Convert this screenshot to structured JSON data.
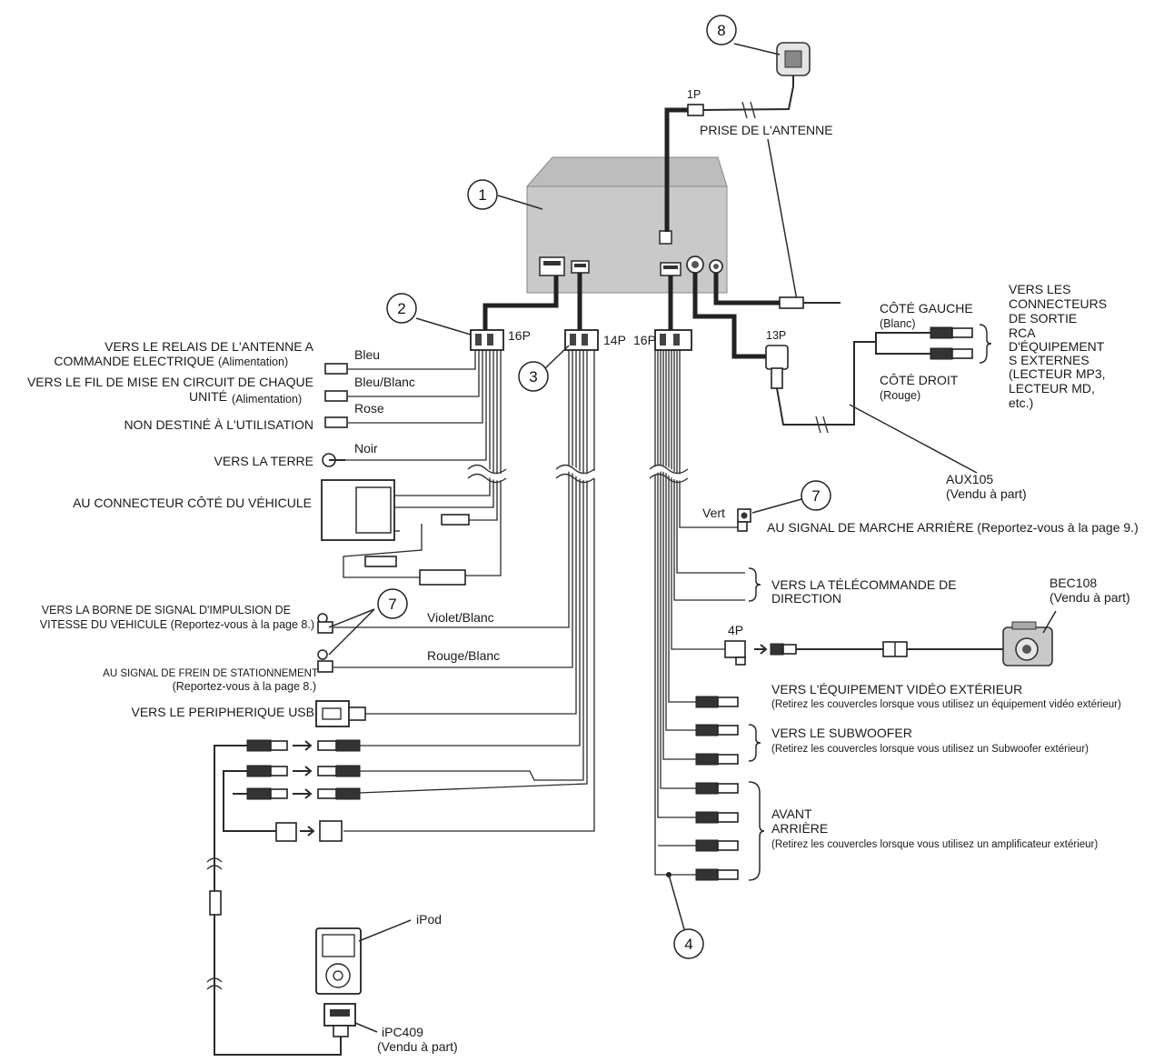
{
  "callouts": [
    "1",
    "2",
    "3",
    "4",
    "7",
    "7",
    "8"
  ],
  "connectors": {
    "p1": "1P",
    "p16a": "16P",
    "p14": "14P",
    "p16b": "16P",
    "p13": "13P",
    "p4": "4P"
  },
  "antenna": {
    "plug_label": "PRISE DE L'ANTENNE"
  },
  "power_harness": {
    "antenna_relay": [
      "VERS LE RELAIS DE L'ANTENNE A",
      "COMMANDE ELECTRIQUE",
      "(Alimentation)"
    ],
    "each_unit": [
      "VERS LE FIL DE MISE EN CIRCUIT DE CHAQUE",
      "UNITÉ",
      "(Alimentation)"
    ],
    "not_used": "NON DESTINÉ À L'UTILISATION",
    "ground": "VERS LA TERRE",
    "vehicle_connector": "AU CONNECTEUR CÔTÉ DU VÉHICULE",
    "wire_blue": "Bleu",
    "wire_blue_white": "Bleu/Blanc",
    "wire_pink": "Rose",
    "wire_black": "Noir"
  },
  "left_lower": {
    "speed_signal": [
      "VERS LA BORNE DE SIGNAL D'IMPULSION DE",
      "VITESSE DU VEHICULE (Reportez-vous à la page 8.)"
    ],
    "parking_brake": [
      "AU SIGNAL DE FREIN DE STATIONNEMENT",
      "(Reportez-vous à la page 8.)"
    ],
    "usb": "VERS LE PERIPHERIQUE USB",
    "wire_violet_white": "Violet/Blanc",
    "wire_red_white": "Rouge/Blanc"
  },
  "aux": {
    "left_side": [
      "CÔTÉ GAUCHE",
      "(Blanc)"
    ],
    "right_side": [
      "CÔTÉ DROIT",
      "(Rouge)"
    ],
    "external_outputs": [
      "VERS LES",
      "CONNECTEURS",
      "DE SORTIE",
      "RCA",
      "D'ÉQUIPEMENT",
      "S EXTERNES",
      "(LECTEUR MP3,",
      "LECTEUR MD,",
      "etc.)"
    ],
    "model": [
      "AUX105",
      "(Vendu à part)"
    ]
  },
  "right_side": {
    "wire_green": "Vert",
    "reverse_signal": "AU SIGNAL DE MARCHE ARRIÈRE (Reportez-vous à la page 9.)",
    "steering_remote": [
      "VERS LA TÉLÉCOMMANDE DE",
      "DIRECTION"
    ],
    "camera_model": [
      "BEC108",
      "(Vendu à part)"
    ],
    "video_equipment": [
      "VERS L'ÉQUIPEMENT VIDÉO EXTÉRIEUR",
      "(Retirez les couvercles lorsque vous utilisez un équipement vidéo extérieur)"
    ],
    "subwoofer": [
      "VERS LE SUBWOOFER",
      "(Retirez les couvercles lorsque vous utilisez un Subwoofer extérieur)"
    ],
    "front_rear": [
      "AVANT",
      "ARRIÈRE",
      "(Retirez les couvercles lorsque vous utilisez un amplificateur extérieur)"
    ]
  },
  "ipod": {
    "name": "iPod",
    "cable_model": [
      "iPC409",
      "(Vendu à part)"
    ]
  }
}
